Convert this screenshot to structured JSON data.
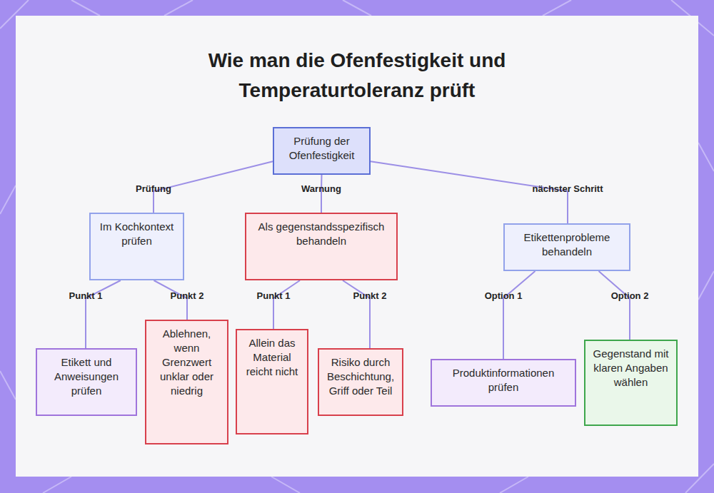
{
  "diagram": {
    "title": "Wie man die Ofenfestigkeit und Temperaturtoleranz prüft",
    "nodes": [
      {
        "text": [
          "Prüfung der Ofenfestigkeit"
        ]
      },
      {
        "text": [
          "Im Kochkontext prüfen"
        ]
      },
      {
        "text": [
          "Als gegenstandsspezifisch behandeln"
        ]
      },
      {
        "text": [
          "Etikettenprobleme behandeln"
        ]
      },
      {
        "text": [
          "Etikett und Anweisungen prüfen"
        ]
      },
      {
        "text": [
          "Ablehnen, wenn Grenzwert unklar oder niedrig"
        ]
      },
      {
        "text": [
          "Allein das Material reicht nicht"
        ]
      },
      {
        "text": [
          "Risiko durch Beschichtung, Griff oder Teil"
        ]
      },
      {
        "text": [
          "Produktinformationen prüfen"
        ]
      },
      {
        "text": [
          "Gegenstand mit klaren Angaben wählen"
        ]
      }
    ],
    "edges": [
      {
        "from": 0,
        "to": 1,
        "label": "Prüfung",
        "arrow": "none"
      },
      {
        "from": 0,
        "to": 2,
        "label": "Warnung",
        "arrow": "none"
      },
      {
        "from": 0,
        "to": 3,
        "label": "nächster Schritt",
        "arrow": "none"
      },
      {
        "from": 1,
        "to": 4,
        "label": "Punkt 1",
        "arrow": "none"
      },
      {
        "from": 1,
        "to": 5,
        "label": "Punkt 2",
        "arrow": "none"
      },
      {
        "from": 2,
        "to": 6,
        "label": "Punkt 1",
        "arrow": "none"
      },
      {
        "from": 2,
        "to": 7,
        "label": "Punkt 2",
        "arrow": "none"
      },
      {
        "from": 3,
        "to": 8,
        "label": "Option 1",
        "arrow": "none"
      },
      {
        "from": 3,
        "to": 9,
        "label": "Option 2",
        "arrow": "none"
      }
    ]
  }
}
